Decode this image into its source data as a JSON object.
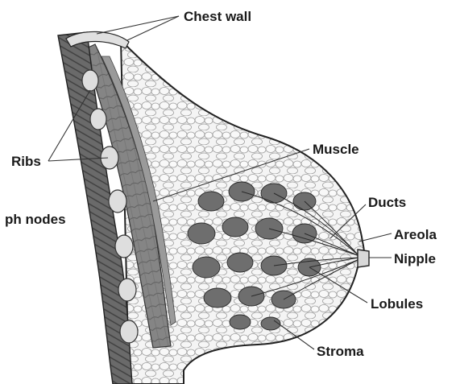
{
  "diagram": {
    "labels": {
      "chest_wall": "Chest wall",
      "muscle": "Muscle",
      "ducts": "Ducts",
      "areola": "Areola",
      "nipple": "Nipple",
      "lobules": "Lobules",
      "stroma": "Stroma",
      "ribs": "Ribs",
      "lymph_nodes": "ph nodes"
    },
    "colors": {
      "outline": "#222222",
      "fat": "#f2f2f2",
      "fat_cell_stroke": "#9a9a9a",
      "muscle": "#7c7c7c",
      "lobule": "#6a6a6a",
      "rib": "#dddddd",
      "chest_wall": "#5a5a5a",
      "leader_line": "#333333"
    }
  }
}
